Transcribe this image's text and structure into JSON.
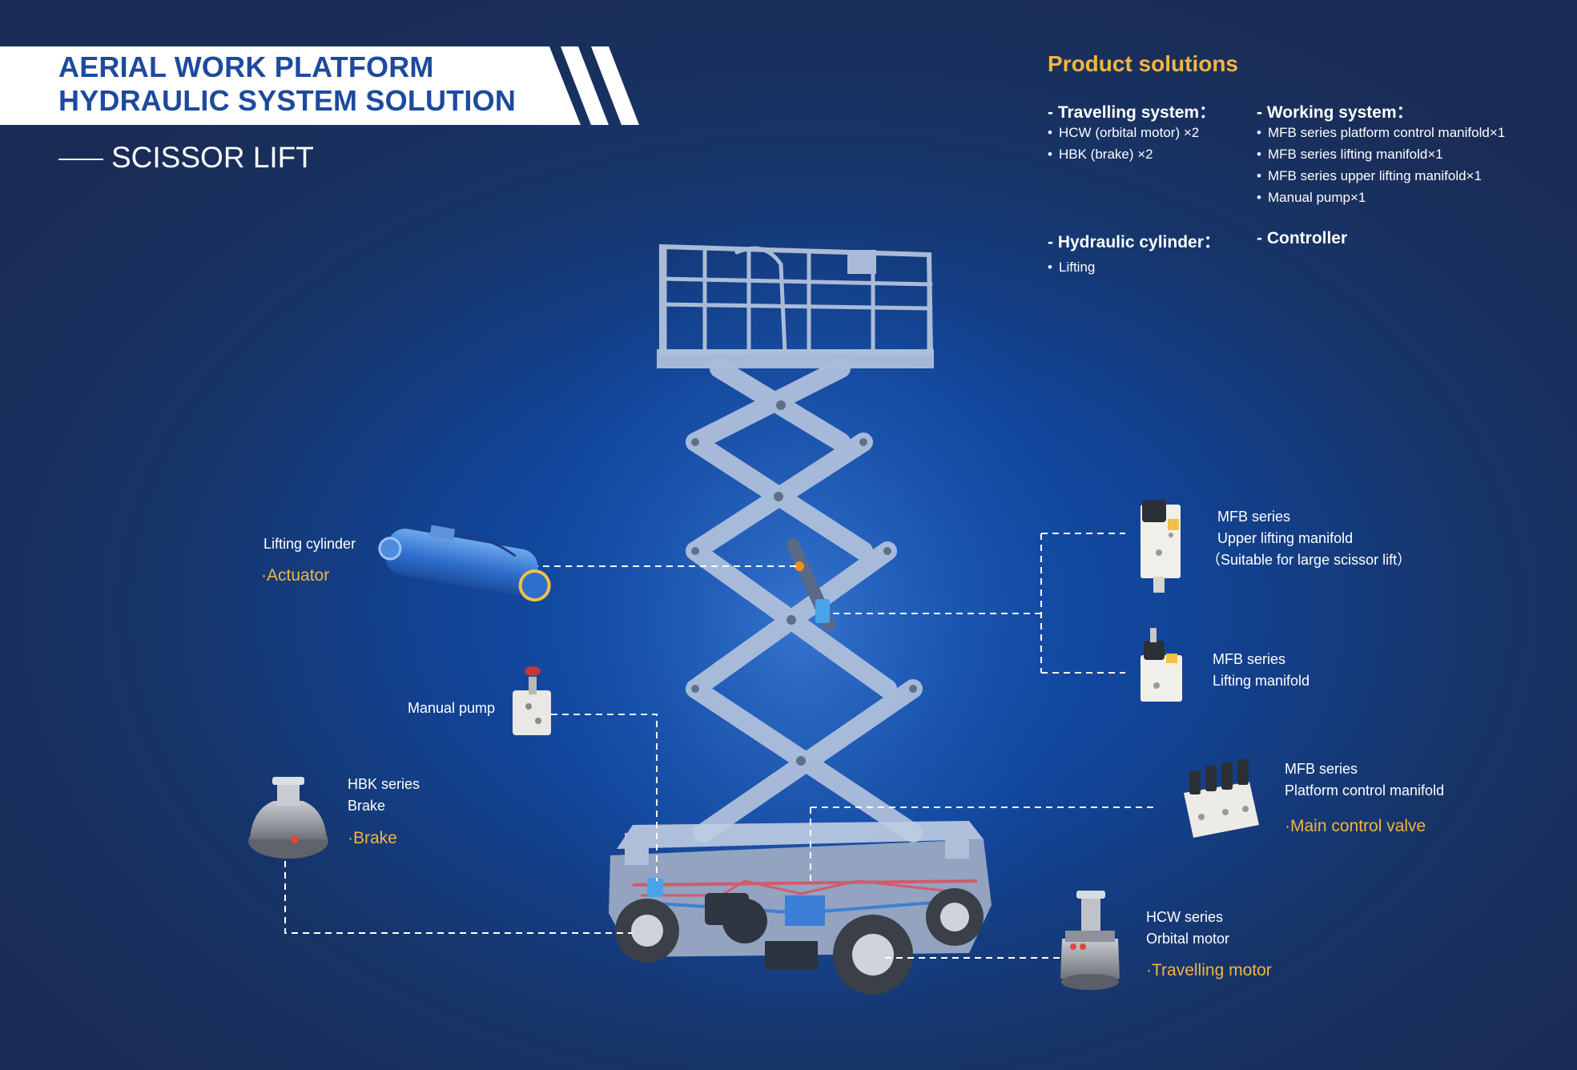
{
  "header": {
    "title_line1": "AERIAL WORK PLATFORM",
    "title_line2": "HYDRAULIC SYSTEM SOLUTION",
    "subtitle": "SCISSOR LIFT"
  },
  "solutions": {
    "title": "Product solutions",
    "travelling": {
      "heading": "- Travelling system：",
      "items": [
        "HCW (orbital motor) ×2",
        "HBK (brake) ×2"
      ]
    },
    "working": {
      "heading": "- Working system：",
      "items": [
        "MFB series platform control manifold×1",
        "MFB series lifting manifold×1",
        "MFB series upper lifting manifold×1",
        "Manual pump×1"
      ]
    },
    "cylinder": {
      "heading": "- Hydraulic cylinder：",
      "items": [
        "Lifting"
      ]
    },
    "controller": {
      "heading": "- Controller"
    }
  },
  "components": {
    "lifting_cylinder": {
      "name": "Lifting cylinder",
      "category": "·Actuator"
    },
    "manual_pump": {
      "name": "Manual pump"
    },
    "brake": {
      "series": "HBK series",
      "name": "Brake",
      "category": "·Brake"
    },
    "upper_lifting": {
      "series": "MFB series",
      "name": "Upper lifting manifold",
      "note": "（Suitable for large scissor lift）"
    },
    "lifting_manifold": {
      "series": "MFB series",
      "name": "Lifting manifold"
    },
    "platform_control": {
      "series": "MFB series",
      "name": "Platform control manifold",
      "category": "·Main control valve"
    },
    "orbital_motor": {
      "series": "HCW series",
      "name": "Orbital motor",
      "category": "·Travelling motor"
    }
  },
  "colors": {
    "background": "#173468",
    "accent": "#f2b53f",
    "title_blue": "#1d4a9d",
    "machine": "#aebfdb",
    "component_blue": "#3a7fd6"
  }
}
